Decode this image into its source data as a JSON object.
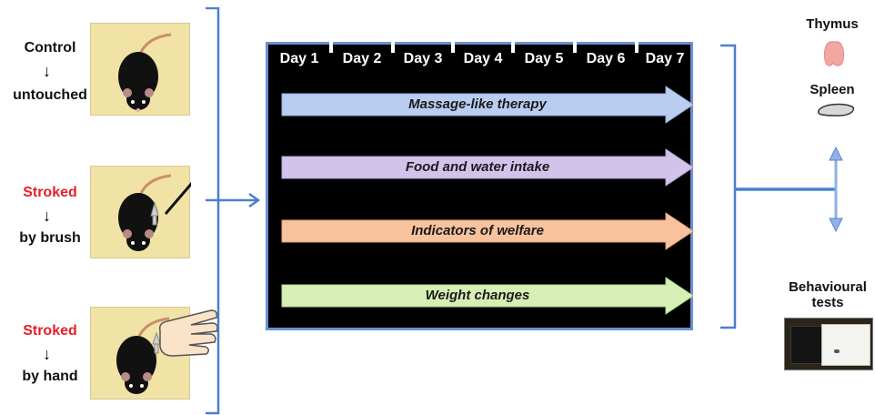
{
  "groups": [
    {
      "top_label": "Control",
      "bottom_label": "untouched",
      "top_color": "#111111"
    },
    {
      "top_label": "Stroked",
      "bottom_label": "by brush",
      "top_color": "#e4202a"
    },
    {
      "top_label": "Stroked",
      "bottom_label": "by hand",
      "top_color": "#e4202a"
    }
  ],
  "days": [
    "Day 1",
    "Day 2",
    "Day 3",
    "Day 4",
    "Day 5",
    "Day 6",
    "Day 7"
  ],
  "treatments": [
    {
      "label": "Massage-like therapy",
      "color": "#b8cdf0"
    },
    {
      "label": "Food and water intake",
      "color": "#d2c3ea"
    },
    {
      "label": "Indicators of welfare",
      "color": "#f7c29c"
    },
    {
      "label": "Weight changes",
      "color": "#d6efb5"
    }
  ],
  "outcomes": {
    "thymus": "Thymus",
    "spleen": "Spleen",
    "behavioural_tests": "Behavioural tests"
  },
  "colors": {
    "bracket": "#4a7fcf",
    "panel_border": "#6d8fcf",
    "tile_bg": "#f1e3a5"
  }
}
